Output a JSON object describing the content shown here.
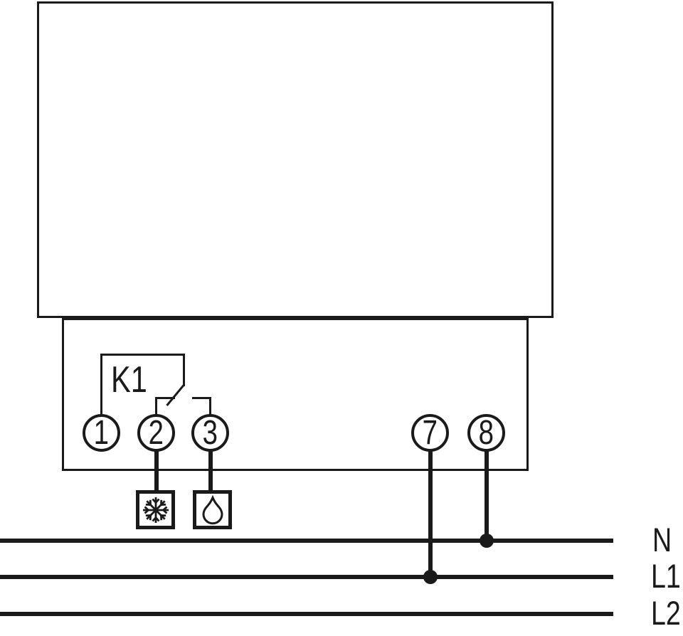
{
  "diagram": {
    "type": "thermostat-wiring-diagram",
    "relay_label": "K1",
    "terminals": [
      {
        "label": "1"
      },
      {
        "label": "2"
      },
      {
        "label": "3"
      },
      {
        "label": "7"
      },
      {
        "label": "8"
      }
    ],
    "load_icons": [
      {
        "name": "snowflake-icon"
      },
      {
        "name": "droplet-icon"
      }
    ],
    "power_lines": [
      {
        "label": "N"
      },
      {
        "label": "L1"
      },
      {
        "label": "L2"
      }
    ],
    "colors": {
      "line": "#1a1a1a",
      "background": "#ffffff"
    }
  }
}
